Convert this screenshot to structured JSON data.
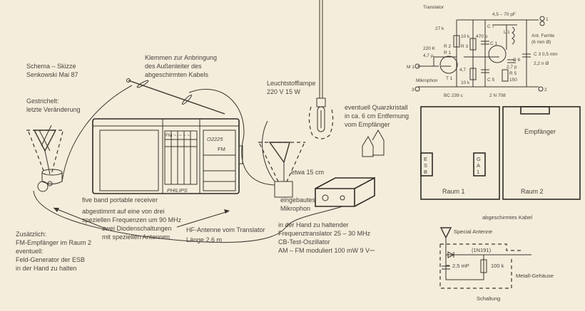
{
  "header": {
    "title": "Schema – Skizze",
    "author": "Senkowski Mai 87"
  },
  "notes": {
    "dashed_1": "Gestrichelt:",
    "dashed_2": "letzte Veränderung",
    "clamps_1": "Klemmen zur Anbringung",
    "clamps_2": "des Außenleiter des",
    "clamps_3": "abgeschirmten Kabels",
    "lamp_1": "Leuchtstofflampe",
    "lamp_2": "220 V 15 W",
    "quartz_1": "eventuell Quarzkristall",
    "quartz_2": "in ca. 6 cm Entfernung",
    "quartz_3": "vom Empfänger",
    "distance": "etwa 15 cm",
    "receiver_1": "five band portable receiver",
    "receiver_2": "abgestimmt auf eine von drei",
    "receiver_3": "speziellen Frequenzen um 90 MHz",
    "mic_1": "eingebautes",
    "mic_2": "Mikrophon",
    "diodes_1": "zwei Diodenschaltungen",
    "diodes_2": "mit speziellen Antennen",
    "hf_1": "HF-Antenne vom Translator",
    "hf_2": "Länge 2,6 m",
    "translator_1": "in der Hand zu haltender",
    "translator_2": "Frequenztranslator 25 – 30 MHz",
    "translator_3": "CB-Test-Oszillator",
    "translator_4": "AM – FM moduliert 100 mW 9 V⎓",
    "extra_1": "Zusätzlich:",
    "extra_2": "FM-Empfänger im Raum 2",
    "extra_3": "eventuell:",
    "extra_4": "Feld-Generator der ESB",
    "extra_5": "in der Hand zu halten"
  },
  "radio": {
    "brand": "PHILIPS",
    "display": "O2225",
    "band": "FM",
    "bands": "FM  ~  ·~  ~  ~"
  },
  "rooms": {
    "esb": [
      "E",
      "S",
      "B"
    ],
    "ga1": [
      "G",
      "A",
      "1"
    ],
    "room1": "Raum 1",
    "room2": "Raum 2",
    "receiver": "Empfänger"
  },
  "translator_circuit": {
    "title": "Translator",
    "labels": {
      "cap_var": "4,5 – 70 pF",
      "r27k": "27 k",
      "r10k_top": "10 k",
      "c470p": "470 p",
      "c7": "C 7",
      "l1": "L 1",
      "r220k": "220 K",
      "r2": "R 2",
      "r3": "R 3",
      "c1": "C 1",
      "ant_1": "Ant. Ferrite",
      "ant_2": "(6 mm Ø)",
      "r1": "R 1",
      "c47u": "4,7 µ",
      "c3": "C 3 0,5 mm",
      "c6": "C 6",
      "c22n": "2,2 n Ø",
      "m1": "M 1",
      "r47": "4,7",
      "c27p": "2,7 p",
      "r5": "R 5",
      "t1": "T 1",
      "r150": "150",
      "mic": "Mikrophon",
      "r10k_bot": "10 k",
      "c5": "C 5",
      "t3": "3",
      "t2": "2",
      "t1term": "1",
      "bc": "BC 239 c",
      "tr2": "2 N 708"
    }
  },
  "diode_circuit": {
    "cable": "abgeschirmtes Kabel",
    "antenna": "Special Antenne",
    "diode": "(1N191)",
    "cap": "2,5 mP",
    "res": "100 k",
    "housing": "Metall-Gehäuse",
    "title": "Schaltung"
  }
}
